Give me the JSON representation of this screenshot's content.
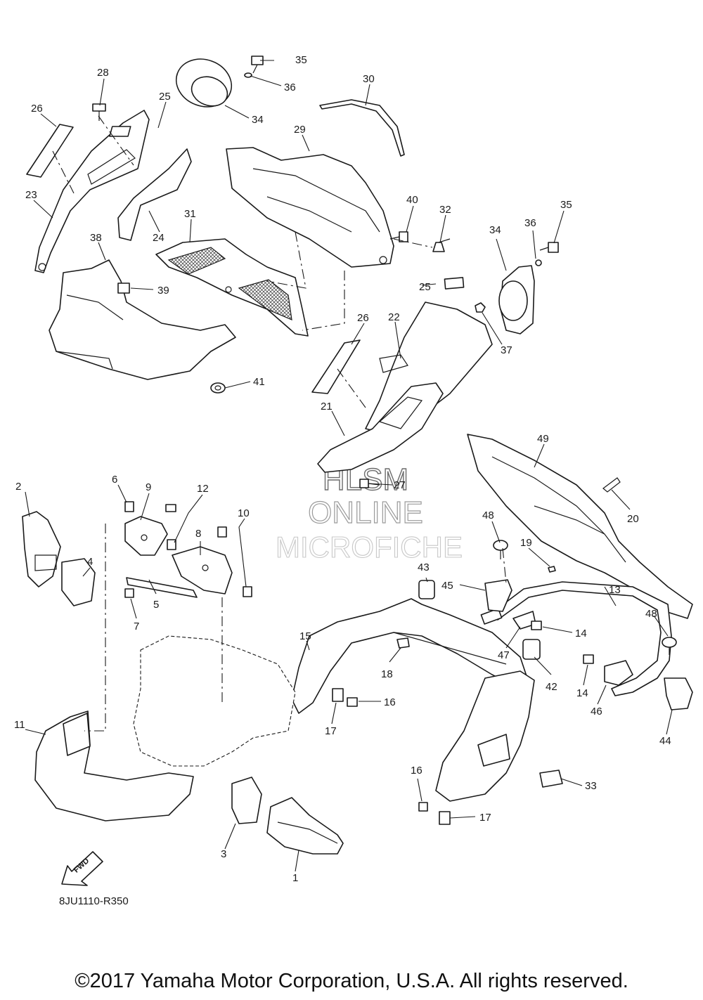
{
  "callouts": [
    {
      "n": "1"
    },
    {
      "n": "2"
    },
    {
      "n": "3"
    },
    {
      "n": "4"
    },
    {
      "n": "5"
    },
    {
      "n": "6"
    },
    {
      "n": "7"
    },
    {
      "n": "8"
    },
    {
      "n": "9"
    },
    {
      "n": "10"
    },
    {
      "n": "11"
    },
    {
      "n": "12"
    },
    {
      "n": "13"
    },
    {
      "n": "14"
    },
    {
      "n": "14"
    },
    {
      "n": "15"
    },
    {
      "n": "16"
    },
    {
      "n": "16"
    },
    {
      "n": "17"
    },
    {
      "n": "17"
    },
    {
      "n": "18"
    },
    {
      "n": "19"
    },
    {
      "n": "20"
    },
    {
      "n": "21"
    },
    {
      "n": "22"
    },
    {
      "n": "23"
    },
    {
      "n": "24"
    },
    {
      "n": "25"
    },
    {
      "n": "25"
    },
    {
      "n": "26"
    },
    {
      "n": "26"
    },
    {
      "n": "27"
    },
    {
      "n": "28"
    },
    {
      "n": "29"
    },
    {
      "n": "30"
    },
    {
      "n": "31"
    },
    {
      "n": "32"
    },
    {
      "n": "33"
    },
    {
      "n": "34"
    },
    {
      "n": "34"
    },
    {
      "n": "35"
    },
    {
      "n": "35"
    },
    {
      "n": "36"
    },
    {
      "n": "36"
    },
    {
      "n": "37"
    },
    {
      "n": "38"
    },
    {
      "n": "39"
    },
    {
      "n": "40"
    },
    {
      "n": "41"
    },
    {
      "n": "42"
    },
    {
      "n": "43"
    },
    {
      "n": "44"
    },
    {
      "n": "45"
    },
    {
      "n": "46"
    },
    {
      "n": "47"
    },
    {
      "n": "48"
    },
    {
      "n": "48"
    },
    {
      "n": "49"
    }
  ],
  "watermark": {
    "line1": "HLSM",
    "line2": "ONLINE",
    "line3": "MICROFICHE"
  },
  "fwd_label": "FWD",
  "diagram_code": "8JU1110-R350",
  "copyright": "©2017 Yamaha Motor Corporation, U.S.A. All rights reserved.",
  "colors": {
    "line": "#1a1a1a",
    "background": "#ffffff",
    "watermark": "#9a9a9a"
  }
}
